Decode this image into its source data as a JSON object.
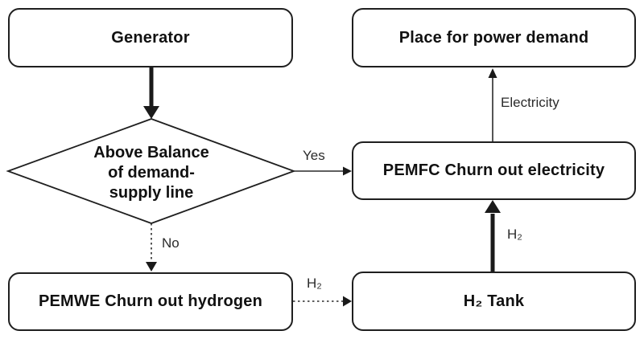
{
  "diagram": {
    "title": "PEM hydrogen energy storage flowchart",
    "nodes": {
      "generator": {
        "label": "Generator"
      },
      "power_demand": {
        "label": "Place for power demand"
      },
      "decision": {
        "label": "Above Balance\nof demand-\nsupply line"
      },
      "pemfc": {
        "label": "PEMFC Churn out electricity"
      },
      "pemwe": {
        "label": "PEMWE Churn out hydrogen"
      },
      "h2_tank": {
        "label": "H₂ Tank"
      }
    },
    "edge_labels": {
      "yes": "Yes",
      "no": "No",
      "electricity": "Electricity",
      "h2_pemwe_to_tank": "H₂",
      "h2_tank_to_pemfc": "H₂"
    },
    "colors": {
      "stroke": "#1f1f1f",
      "text": "#111111",
      "background": "#ffffff"
    }
  }
}
